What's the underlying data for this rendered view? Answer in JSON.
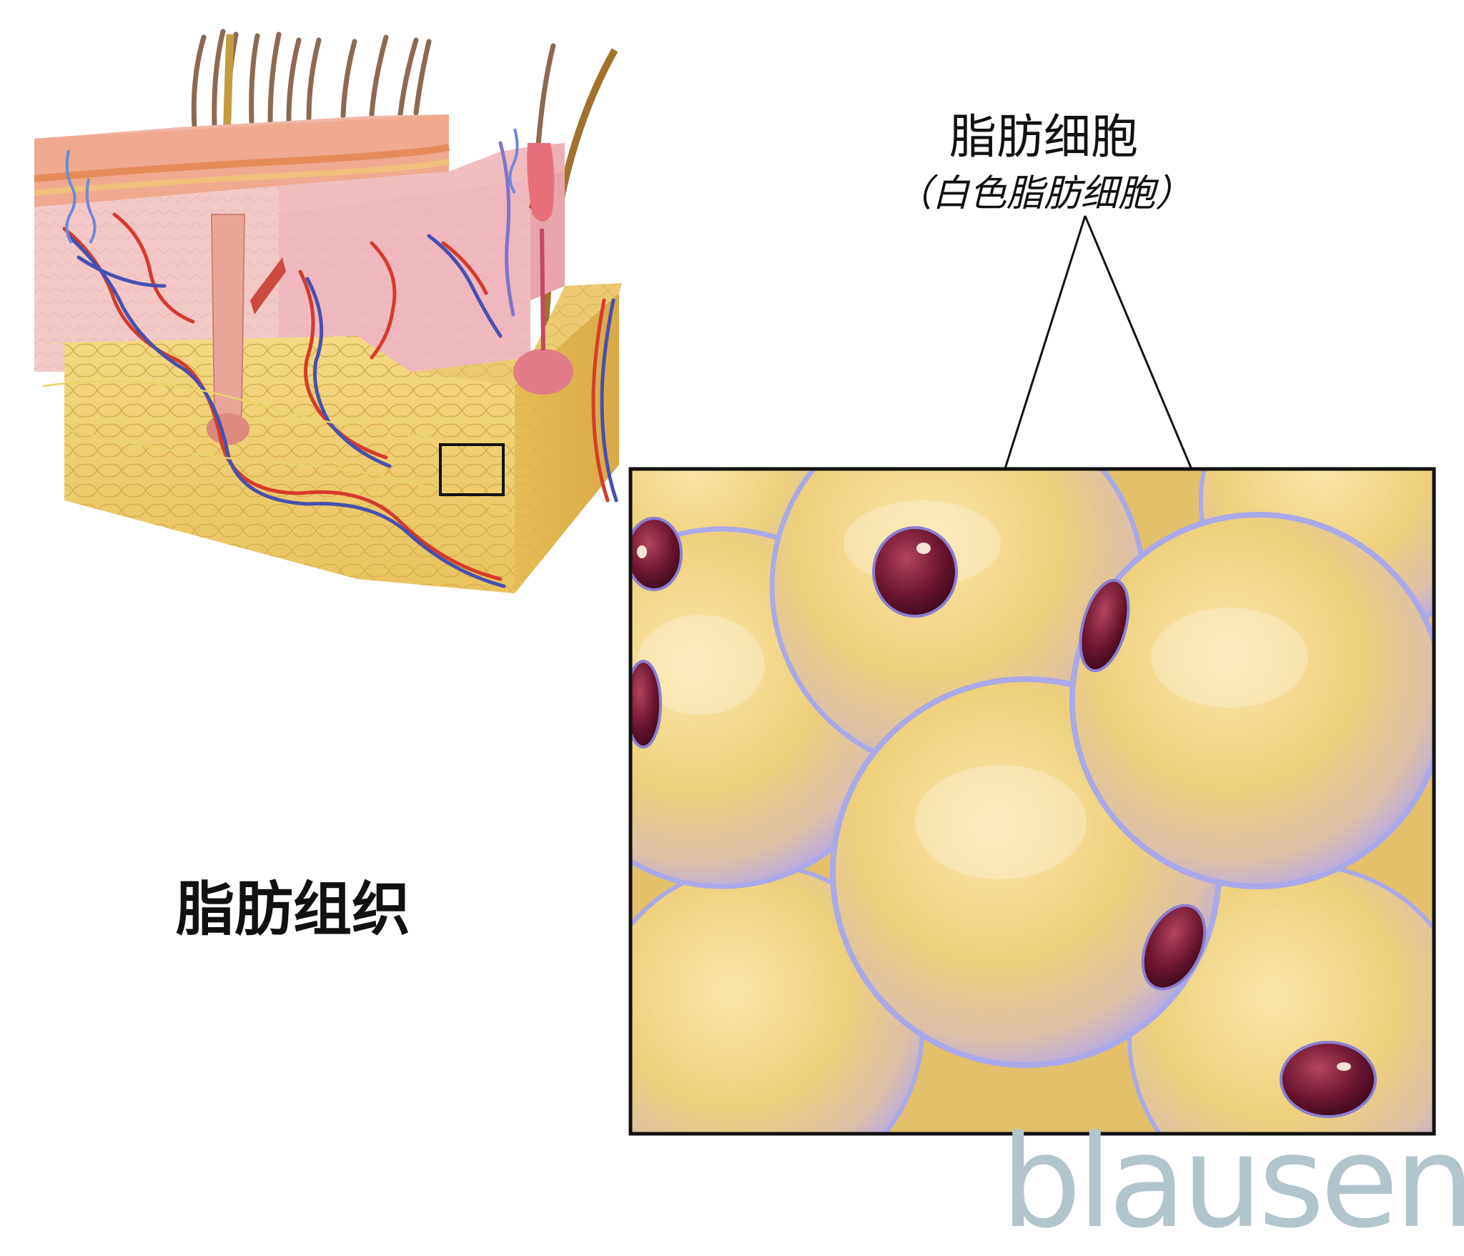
{
  "labels": {
    "cell_name": "脂肪细胞",
    "cell_subname": "（白色脂肪细胞）",
    "tissue_name": "脂肪组织"
  },
  "logo": {
    "text": "blausen"
  },
  "colors": {
    "fat_yellow": "#f1cf72",
    "skin_pink": "#eeb3ad",
    "dermis_pink": "#f3c9c7",
    "membrane_blue": "#a9a8e8",
    "nucleus": "#6c1530",
    "artery": "#d63a2c",
    "vein": "#4650b0",
    "hair": "#8c6a52",
    "logo_gray": "#b2c4cc"
  }
}
